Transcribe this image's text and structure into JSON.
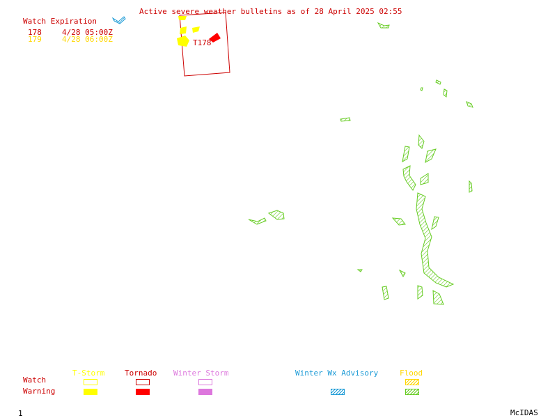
{
  "header": {
    "title": "Active severe weather bulletins as of 28 April 2025 02:55"
  },
  "watch_expiration": {
    "heading": "Watch Expiration",
    "rows": [
      {
        "id": "178",
        "time": "4/28 05:00Z",
        "color": "#cc0000"
      },
      {
        "id": "179",
        "time": "4/28 06:00Z",
        "color": "#ffd700"
      }
    ]
  },
  "map": {
    "watch_label": "T178",
    "colors": {
      "tornado": "#ff0000",
      "tornado_outline": "#cc0000",
      "tstorm": "#ffff00",
      "flood": "#66cc22",
      "winter_wx": "#1a9ad6"
    }
  },
  "legend": {
    "row_labels": {
      "watch": "Watch",
      "warning": "Warning"
    },
    "columns": [
      {
        "name": "T-Storm",
        "color": "#ffff00"
      },
      {
        "name": "Tornado",
        "color": "#cc0000"
      },
      {
        "name": "Winter Storm",
        "color": "#dd77dd"
      },
      {
        "name": "Winter Wx Advisory",
        "color": "#1a9ad6"
      },
      {
        "name": "Flood",
        "color": "#99cc33"
      }
    ]
  },
  "footer": {
    "frame_number": "1",
    "brand": "McIDAS"
  }
}
